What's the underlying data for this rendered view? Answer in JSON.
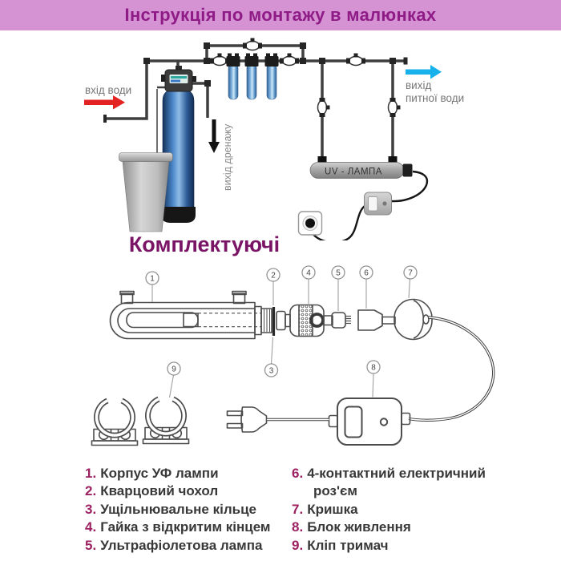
{
  "header": {
    "title": "Інструкція по монтажу в малюнках"
  },
  "schematic": {
    "inlet_label": "вхід води",
    "outlet_label_line1": "вихід",
    "outlet_label_line2": "питної води",
    "drain_label": "вихід дренажу",
    "uv_lamp_label": "UV - ЛАМПА"
  },
  "components": {
    "heading": "Комплектуючі",
    "callouts": [
      "1",
      "2",
      "3",
      "4",
      "5",
      "6",
      "7",
      "8",
      "9"
    ],
    "list_left": [
      {
        "num": "1.",
        "text": "Корпус УФ лампи"
      },
      {
        "num": "2.",
        "text": "Кварцовий чохол"
      },
      {
        "num": "3.",
        "text": "Ущільнювальне кільце"
      },
      {
        "num": "4.",
        "text": "Гайка з відкритим кінцем"
      },
      {
        "num": "5.",
        "text": "Ультрафіолетова лампа"
      }
    ],
    "list_right": [
      {
        "num": "6.",
        "text": "4-контактний електричний роз'єм"
      },
      {
        "num": "7.",
        "text": "Кришка"
      },
      {
        "num": "8.",
        "text": "Блок живлення"
      },
      {
        "num": "9.",
        "text": "Кліп тримач"
      }
    ]
  },
  "colors": {
    "header_bg": "#d593d3",
    "header_text": "#8f1b87",
    "heading_text": "#7a1566",
    "list_number": "#9c2161",
    "arrow_red": "#e32222",
    "arrow_cyan": "#17b2ec"
  }
}
